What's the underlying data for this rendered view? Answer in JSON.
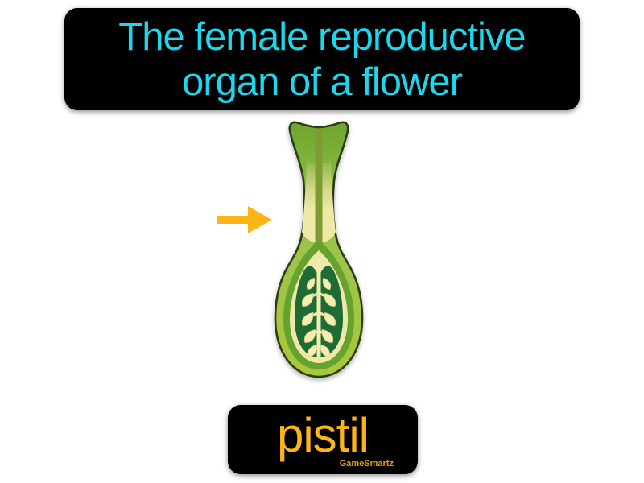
{
  "definition_card": {
    "line1": "The female reproductive",
    "line2": "organ of a flower",
    "full_text": "The female reproductive organ of a flower",
    "text_color": "#1cd8ee",
    "background_color": "#000000"
  },
  "term_card": {
    "term": "pistil",
    "watermark": "GameSmartz",
    "text_color": "#fdb415",
    "background_color": "#000000"
  },
  "illustration": {
    "subject": "pistil-cross-section-diagram",
    "parts_shown": [
      "stigma",
      "style",
      "ovary",
      "ovules"
    ],
    "arrow_color": "#fdb415",
    "outline_color": "#2b3d12",
    "body_green": "#8cbf3f",
    "ovary_outer_green": "#a9c838",
    "ovary_ring_green": "#66a22f",
    "ovary_inner_dark_green": "#1e6b35",
    "cream": "#efe9a9",
    "olive_stripe": "#7d9c33"
  }
}
